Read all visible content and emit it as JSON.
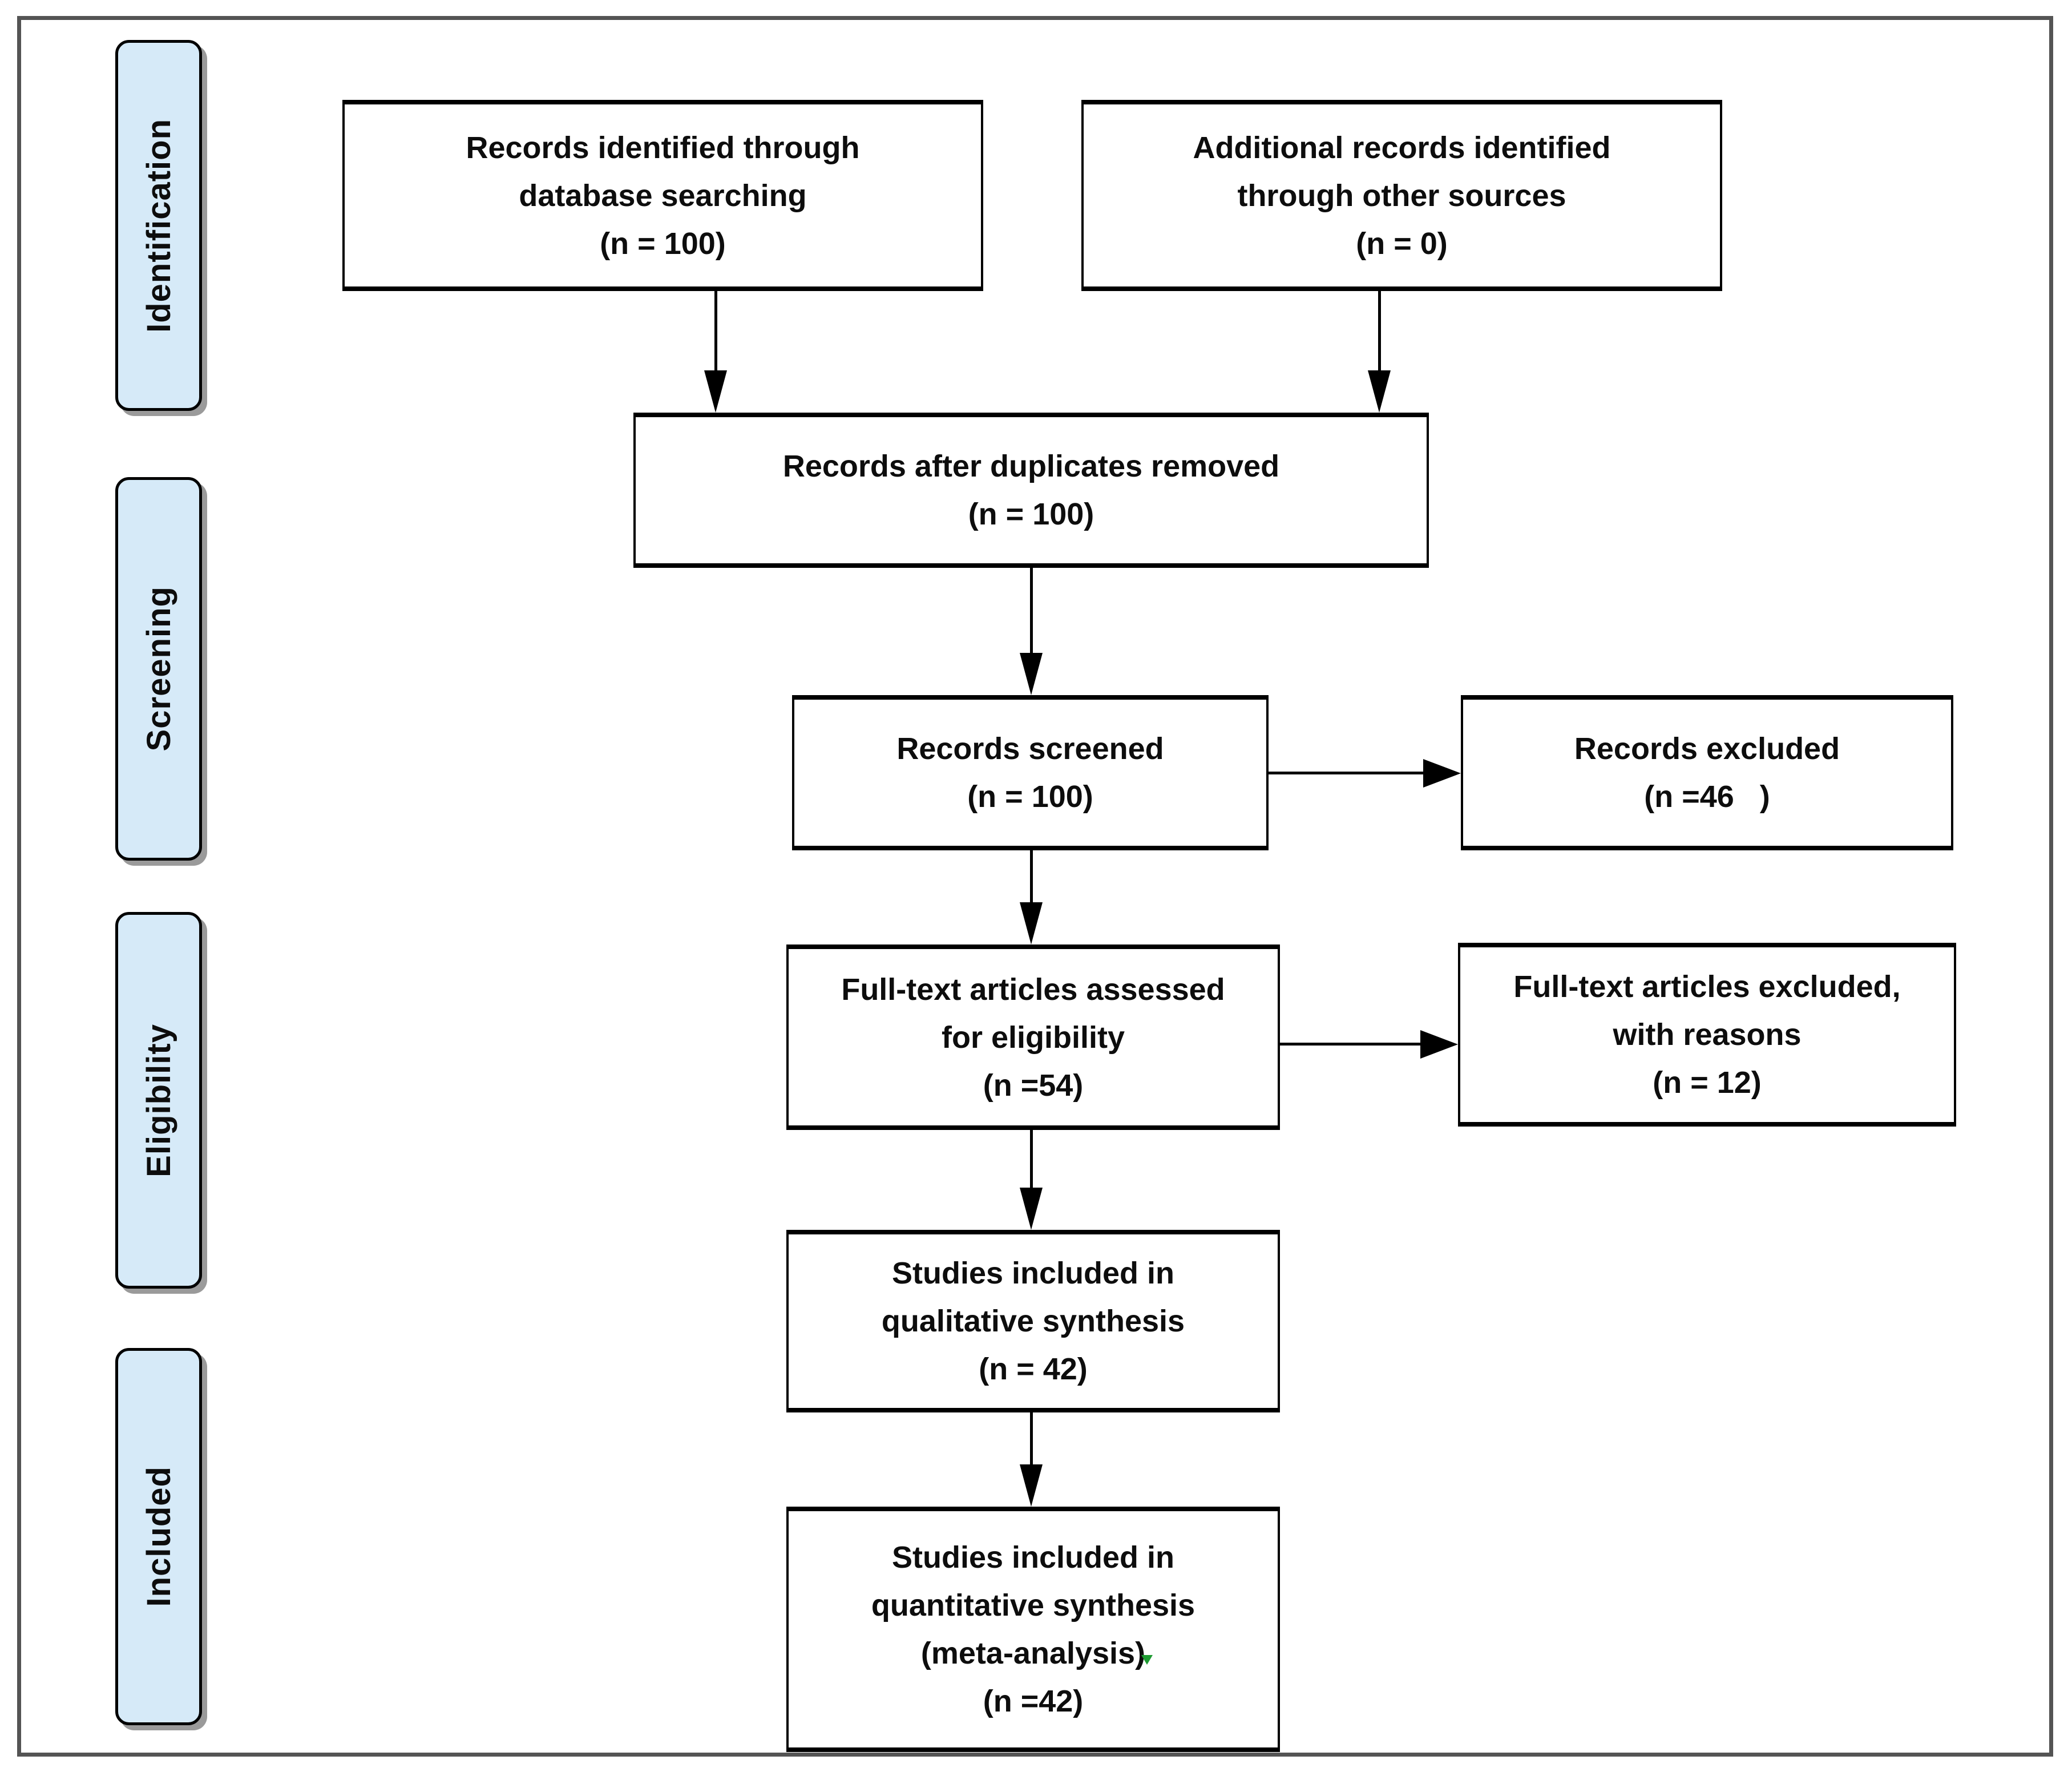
{
  "diagram_type": "PRISMA flow diagram",
  "stages": [
    {
      "label": "Identification"
    },
    {
      "label": "Screening"
    },
    {
      "label": "Eligibility"
    },
    {
      "label": "Included"
    }
  ],
  "boxes": {
    "records_identified": {
      "lines": [
        "Records identified through",
        "database searching",
        "(n = 100)"
      ]
    },
    "additional_records": {
      "lines": [
        "Additional records identified",
        "through other sources",
        "(n = 0)"
      ]
    },
    "after_duplicates": {
      "lines": [
        "Records after duplicates removed",
        "(n = 100)"
      ]
    },
    "screened": {
      "lines": [
        "Records screened",
        "(n = 100)"
      ]
    },
    "excluded": {
      "lines": [
        "Records excluded",
        "(n =46   )"
      ]
    },
    "fulltext_assessed": {
      "lines": [
        "Full-text articles assessed",
        "for eligibility",
        "(n =54)"
      ]
    },
    "fulltext_excluded": {
      "lines": [
        "Full-text articles excluded,",
        "with reasons",
        "(n = 12)"
      ]
    },
    "qualitative": {
      "lines": [
        "Studies included in",
        "qualitative synthesis",
        "(n = 42)"
      ]
    },
    "quantitative": {
      "lines": [
        "Studies included in",
        "quantitative synthesis",
        "(meta-analysis)",
        "(n =42)"
      ]
    }
  },
  "colors": {
    "stage_fill": "#d6eaf8",
    "stage_border": "#000000",
    "stage_shadow": "#9a9a9a",
    "box_border": "#000000",
    "frame_border": "#545454",
    "text": "#0d0d0d",
    "artifact_green": "#1e9b32"
  }
}
